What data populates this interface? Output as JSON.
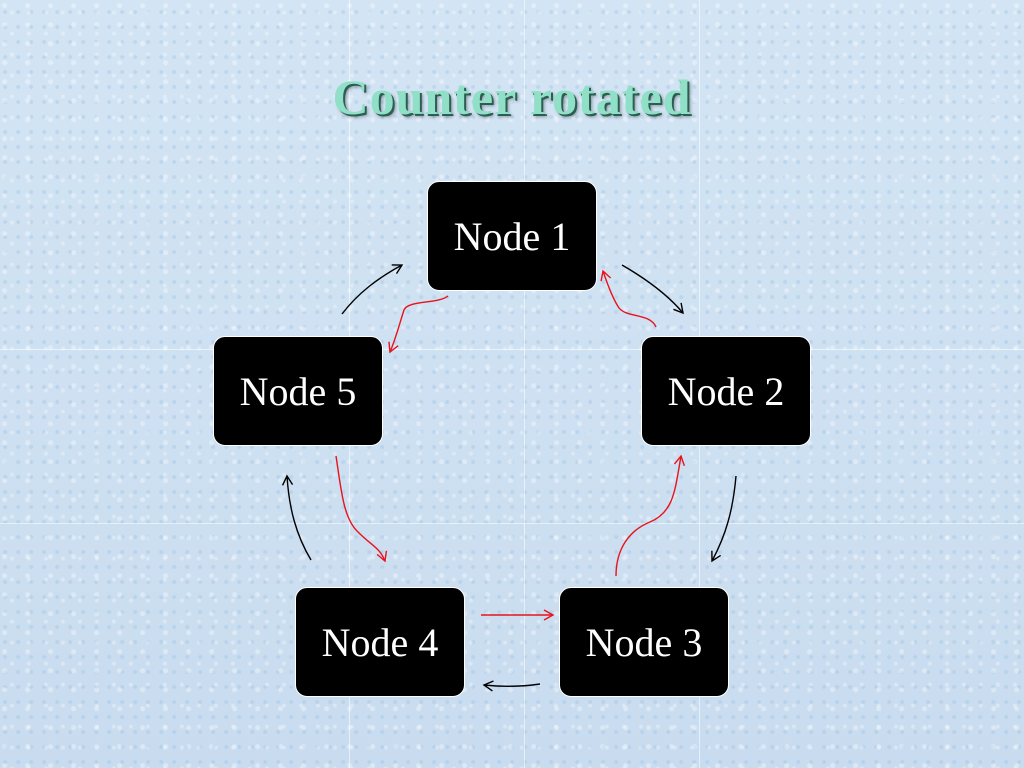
{
  "title": "Counter rotated",
  "nodes": [
    {
      "label": "Node 1"
    },
    {
      "label": "Node 2"
    },
    {
      "label": "Node 3"
    },
    {
      "label": "Node 4"
    },
    {
      "label": "Node 5"
    }
  ],
  "colors": {
    "node_fill": "#000000",
    "node_text": "#ffffff",
    "clockwise_arrow": "#000000",
    "counter_arrow": "#e8131b",
    "title": "#8fe0c6"
  }
}
